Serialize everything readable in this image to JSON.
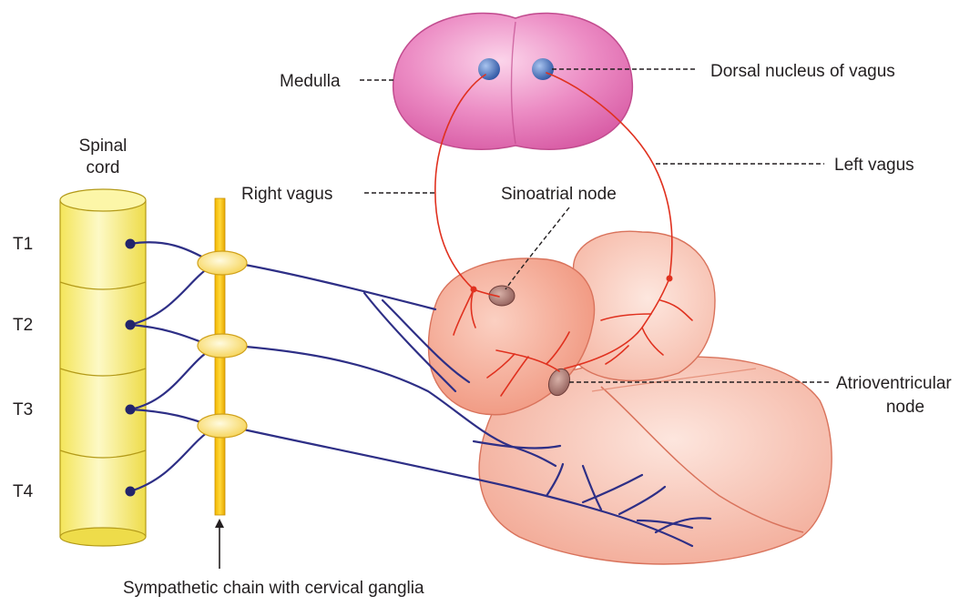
{
  "labels": {
    "medulla": "Medulla",
    "dorsal_nucleus": "Dorsal nucleus of vagus",
    "spinal_cord_line1": "Spinal",
    "spinal_cord_line2": "cord",
    "right_vagus": "Right vagus",
    "left_vagus": "Left vagus",
    "sinoatrial_node": "Sinoatrial node",
    "atrioventricular_line1": "Atrioventricular",
    "atrioventricular_line2": "node",
    "sympathetic_chain": "Sympathetic chain with cervical ganglia"
  },
  "segments": [
    "T1",
    "T2",
    "T3",
    "T4"
  ],
  "colors": {
    "medulla": "#e472b4",
    "nucleus": "#4a6fb5",
    "spinal_cord": "#f7ef7a",
    "sympathetic_chain": "#f5c400",
    "sympathetic_nerve": "#2e2f86",
    "vagus_nerve": "#e0311f",
    "heart": "#f6b8a6"
  }
}
